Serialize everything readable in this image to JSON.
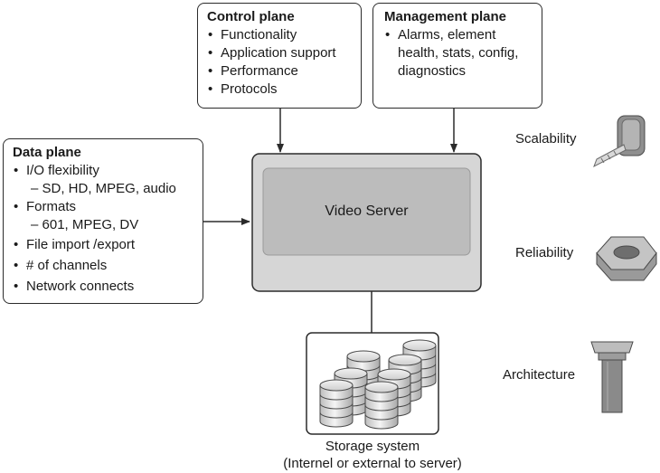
{
  "control_plane": {
    "title": "Control plane",
    "items": [
      "Functionality",
      "Application support",
      "Performance",
      "Protocols"
    ]
  },
  "management_plane": {
    "title": "Management plane",
    "items": [
      "Alarms, element health, stats, config, diagnostics"
    ]
  },
  "data_plane": {
    "title": "Data plane",
    "items": [
      {
        "text": "I/O flexibility",
        "bullet": true
      },
      {
        "text": "– SD, HD, MPEG, audio",
        "bullet": false
      },
      {
        "text": "Formats",
        "bullet": true
      },
      {
        "text": "– 601, MPEG, DV",
        "bullet": false
      },
      {
        "text": "File import /export",
        "bullet": true
      },
      {
        "text": "# of channels",
        "bullet": true
      },
      {
        "text": "Network connects",
        "bullet": true
      }
    ]
  },
  "video_server": {
    "label": "Video Server"
  },
  "storage": {
    "line1": "Storage system",
    "line2": "(Internel or external to server)"
  },
  "attributes": [
    {
      "label": "Scalability",
      "icon": "tape-measure-icon"
    },
    {
      "label": "Reliability",
      "icon": "hex-nut-icon"
    },
    {
      "label": "Architecture",
      "icon": "column-icon"
    }
  ],
  "colors": {
    "server_fill": "#d6d6d6",
    "screen_fill": "#bcbcbc",
    "stroke": "#2b2b2b"
  }
}
